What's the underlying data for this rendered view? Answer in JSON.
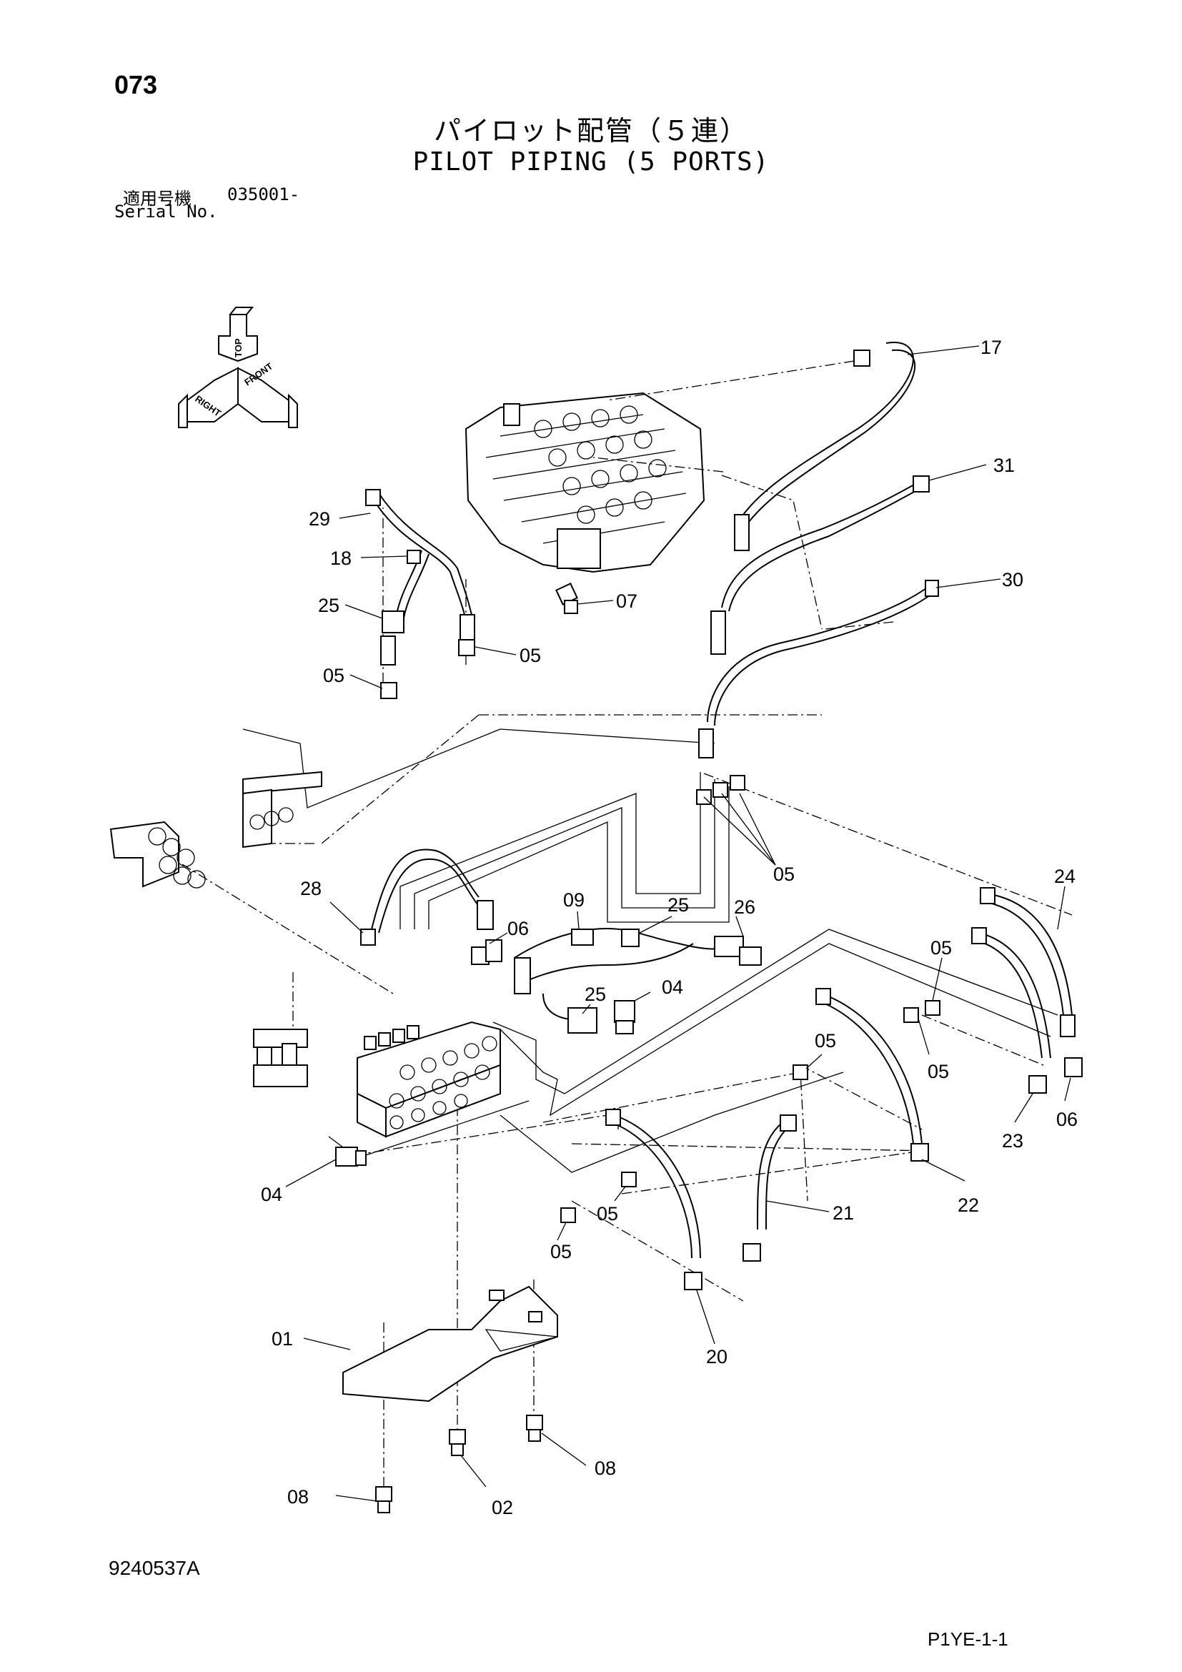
{
  "page": {
    "number": "073",
    "title_jp": "パイロット配管（５連）",
    "title_en": "PILOT PIPING (5 PORTS)",
    "serial_label_jp": "適用号機",
    "serial_code": "035001-",
    "serial_label_en": "Serial No.",
    "drawing_id": "9240537A",
    "sheet_code": "P1YE-1-1"
  },
  "orientation": {
    "top": "TOP",
    "front": "FRONT",
    "right": "RIGHT"
  },
  "callouts": [
    {
      "id": "c-17-top",
      "label": "17"
    },
    {
      "id": "c-31",
      "label": "31"
    },
    {
      "id": "c-29",
      "label": "29"
    },
    {
      "id": "c-18",
      "label": "18"
    },
    {
      "id": "c-30",
      "label": "30"
    },
    {
      "id": "c-25-left",
      "label": "25"
    },
    {
      "id": "c-07",
      "label": "07"
    },
    {
      "id": "c-05-a",
      "label": "05"
    },
    {
      "id": "c-05-b",
      "label": "05"
    },
    {
      "id": "c-05-c",
      "label": "05"
    },
    {
      "id": "c-24",
      "label": "24"
    },
    {
      "id": "c-09",
      "label": "09"
    },
    {
      "id": "c-25-mid",
      "label": "25"
    },
    {
      "id": "c-26",
      "label": "26"
    },
    {
      "id": "c-28",
      "label": "28"
    },
    {
      "id": "c-06-a",
      "label": "06"
    },
    {
      "id": "c-05-d",
      "label": "05"
    },
    {
      "id": "c-04-a",
      "label": "04"
    },
    {
      "id": "c-25-low",
      "label": "25"
    },
    {
      "id": "c-05-e",
      "label": "05"
    },
    {
      "id": "c-05-f",
      "label": "05"
    },
    {
      "id": "c-06-b",
      "label": "06"
    },
    {
      "id": "c-23",
      "label": "23"
    },
    {
      "id": "c-04-b",
      "label": "04"
    },
    {
      "id": "c-22",
      "label": "22"
    },
    {
      "id": "c-21",
      "label": "21"
    },
    {
      "id": "c-05-g",
      "label": "05"
    },
    {
      "id": "c-05-h",
      "label": "05"
    },
    {
      "id": "c-01",
      "label": "01"
    },
    {
      "id": "c-20",
      "label": "20"
    },
    {
      "id": "c-08-a",
      "label": "08"
    },
    {
      "id": "c-02",
      "label": "02"
    },
    {
      "id": "c-08-b",
      "label": "08"
    }
  ]
}
